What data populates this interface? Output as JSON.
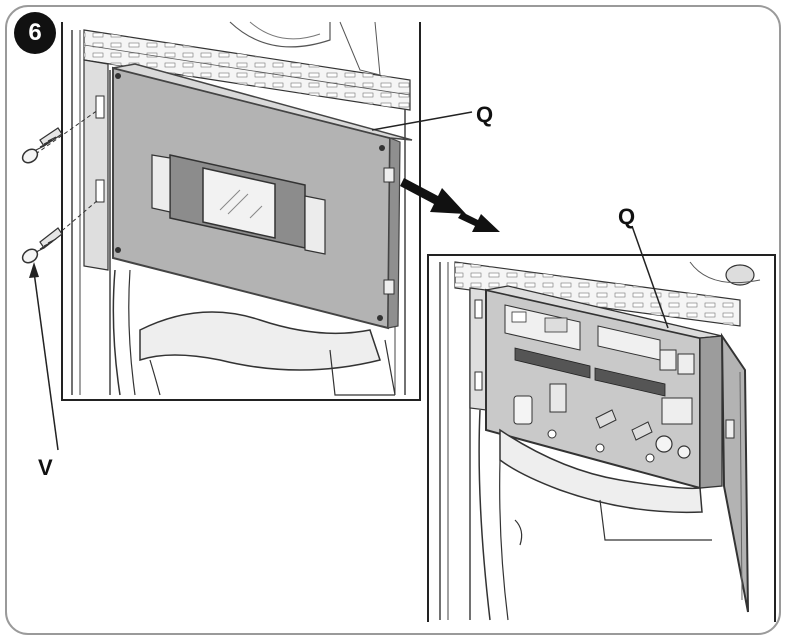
{
  "step": {
    "number": "6"
  },
  "callouts": {
    "q_top": "Q",
    "q_bottom": "Q",
    "v": "V"
  },
  "colors": {
    "panel_fill": "#b3b3b3",
    "panel_edge": "#555555",
    "frame_fill": "#ececec",
    "window_fill": "#f2f2f2",
    "box_interior": "#c9c9c9",
    "line": "#333333",
    "badge": "#111111"
  },
  "icons": [
    "screw-icon",
    "arrow-icon"
  ]
}
